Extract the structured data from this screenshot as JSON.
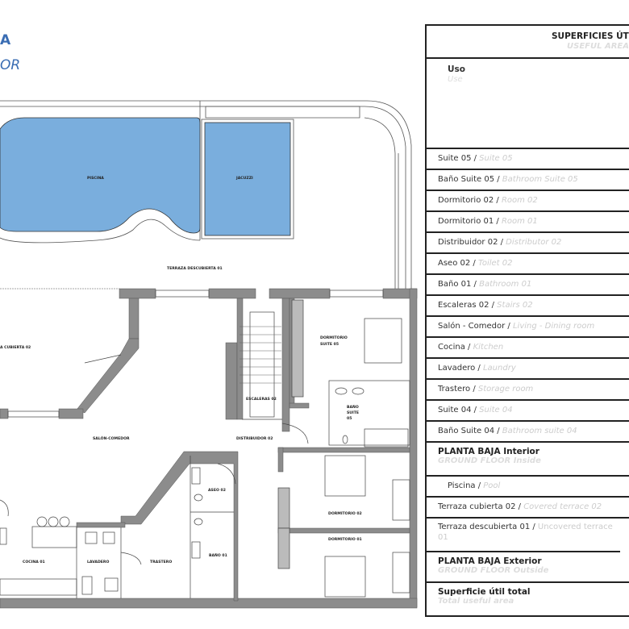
{
  "title": {
    "line1": "A",
    "line2": "OR"
  },
  "colors": {
    "accent": "#3a6db3",
    "water": "#7aaedd",
    "wall": "#8c8c8c"
  },
  "plan_labels": {
    "pool": "PISCINA",
    "jacuzzi": "JACUZZI",
    "uncovered_terrace": "TERRAZA DESCUBIERTA 01",
    "covered_terrace": "A CUBIERTA 02",
    "suite_bedroom_1": "DORMITORIO",
    "suite_bedroom_2": "SUITE 05",
    "stairs": "ESCALERAS 02",
    "suite_bath_1": "BAÑO",
    "suite_bath_2": "SUITE",
    "suite_bath_3": "05",
    "living": "SALÓN-COMEDOR",
    "distributor": "DISTRIBUIDOR 02",
    "toilet": "ASEO 02",
    "bathroom": "BAÑO 01",
    "bedroom2": "DORMITORIO 02",
    "bedroom1": "DORMITORIO 01",
    "kitchen": "COCINA 01",
    "laundry": "LAVADERO",
    "storage": "TRASTERO"
  },
  "table": {
    "header": {
      "es": "SUPERFICIES ÚTIL",
      "en": "USEFUL AREA"
    },
    "use": {
      "es": "Uso",
      "en": "Use"
    },
    "rows": [
      {
        "es": "Suite 05 / ",
        "en": "Suite 05"
      },
      {
        "es": "Baño Suite 05 / ",
        "en": "Bathroom Suite 05"
      },
      {
        "es": "Dormitorio 02 / ",
        "en": "Room 02"
      },
      {
        "es": "Dormitorio 01 / ",
        "en": "Room 01"
      },
      {
        "es": "Distribuidor 02 / ",
        "en": "Distributor 02"
      },
      {
        "es": "Aseo 02 / ",
        "en": "Toilet 02"
      },
      {
        "es": "Baño 01 / ",
        "en": "Bathroom 01"
      },
      {
        "es": "Escaleras 02 / ",
        "en": "Stairs 02"
      },
      {
        "es": "Salón - Comedor / ",
        "en": "Living - Dining room"
      },
      {
        "es": "Cocina / ",
        "en": "Kitchen"
      },
      {
        "es": "Lavadero / ",
        "en": "Laundry"
      },
      {
        "es": "Trastero / ",
        "en": "Storage room"
      },
      {
        "es": "Suite 04 / ",
        "en": "Suite 04"
      },
      {
        "es": "Baño Suite 04 / ",
        "en": "Bathroom suite 04"
      }
    ],
    "interior_total": {
      "es": "PLANTA BAJA Interior",
      "en": "GROUND FLOOR Inside"
    },
    "exterior_rows": [
      {
        "es": "Piscina / ",
        "en": "Pool"
      },
      {
        "es": "Terraza cubierta 02 / ",
        "en": "Covered terrace 02"
      },
      {
        "es": "Terraza descubierta 01 / ",
        "en": "Uncovered terrace 01"
      }
    ],
    "exterior_total": {
      "es": "PLANTA BAJA Exterior",
      "en": "GROUND FLOOR Outside"
    },
    "grand_total": {
      "es": "Superficie útil total",
      "en": "Total useful area"
    }
  }
}
